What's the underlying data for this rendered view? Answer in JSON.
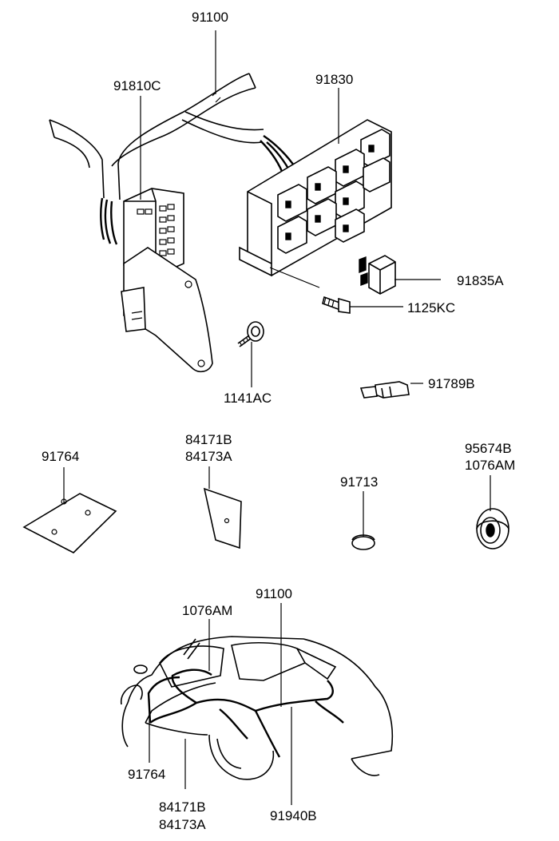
{
  "labels": {
    "harness_top": "91100",
    "connector": "91810C",
    "relay_box": "91830",
    "relay": "91835A",
    "bolt": "1125KC",
    "screw": "1141AC",
    "fuse": "91789B",
    "pad_plate": "91764",
    "cover_line1": "84171B",
    "cover_line2": "84173A",
    "plug": "91713",
    "grommet_line1": "95674B",
    "grommet_line2": "1076AM",
    "car_grommet": "1076AM",
    "car_harness": "91100",
    "car_pad": "91764",
    "car_cover_line1": "84171B",
    "car_cover_line2": "84173A",
    "car_harness2": "91940B"
  }
}
